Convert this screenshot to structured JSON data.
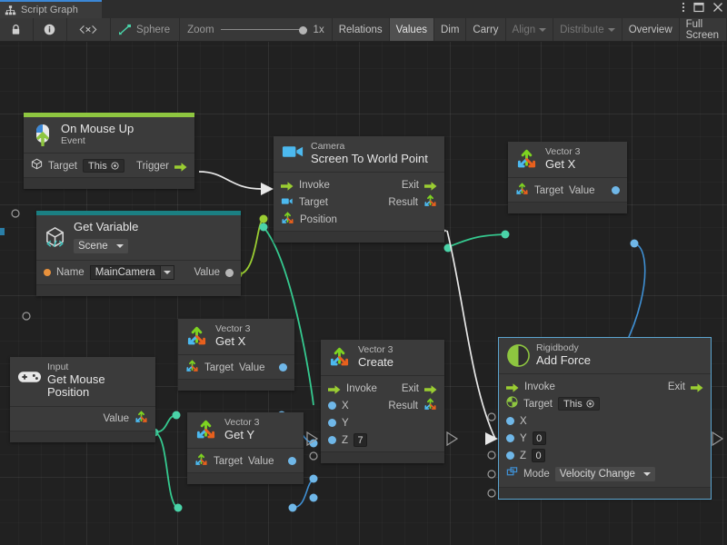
{
  "window": {
    "tab_label": "Script Graph",
    "tab_icon": "graph-icon",
    "menu_icon": "kebab-menu-icon",
    "maximize_icon": "maximize-icon",
    "close_icon": "close-icon"
  },
  "toolbar": {
    "lock_icon": "lock-icon",
    "info_icon": "info-icon",
    "code_icon": "code-brackets-icon",
    "breadcrumb": {
      "icon": "sphere-graph-icon",
      "label": "Sphere"
    },
    "zoom": {
      "label": "Zoom",
      "value": "1x"
    },
    "buttons": [
      {
        "label": "Relations",
        "state": "normal"
      },
      {
        "label": "Values",
        "state": "pressed"
      },
      {
        "label": "Dim",
        "state": "normal"
      },
      {
        "label": "Carry",
        "state": "normal"
      },
      {
        "label": "Align",
        "state": "disabled",
        "caret": true
      },
      {
        "label": "Distribute",
        "state": "disabled",
        "caret": true
      },
      {
        "label": "Overview",
        "state": "normal"
      },
      {
        "label": "Full Screen",
        "state": "normal"
      }
    ]
  },
  "colors": {
    "event_accent": "#8ec640",
    "variable_accent": "#1b7f82",
    "flow_green": "#9acd32",
    "value_blue": "#6fb7e8",
    "vector_teal": "#35c98f",
    "selection": "#5ba4cf",
    "canvas_bg": "#212121",
    "node_bg": "#3b3b3b"
  },
  "nodes": {
    "on_mouse_up": {
      "type": "On Mouse Up",
      "name": "Event",
      "icon": "mouse-up-icon",
      "accent": "#8ec640",
      "target_label": "Target",
      "target_value": "This",
      "trigger_label": "Trigger"
    },
    "get_variable": {
      "type": "Get Variable",
      "scope": "Scene",
      "icon": "unity-variable-icon",
      "accent": "#1b7f82",
      "name_label": "Name",
      "name_value": "MainCamera",
      "value_label": "Value"
    },
    "camera_screen_to_world": {
      "type": "Camera",
      "name": "Screen To World Point",
      "icon": "camera-icon",
      "invoke_label": "Invoke",
      "exit_label": "Exit",
      "target_label": "Target",
      "result_label": "Result",
      "position_label": "Position"
    },
    "vector3_getx_top": {
      "type": "Vector 3",
      "name": "Get X",
      "icon": "vector3-icon",
      "target_label": "Target",
      "value_label": "Value"
    },
    "input_get_mouse_position": {
      "type": "Input",
      "name": "Get Mouse Position",
      "icon": "gamepad-icon",
      "value_label": "Value"
    },
    "vector3_getx_mid": {
      "type": "Vector 3",
      "name": "Get X",
      "icon": "vector3-icon",
      "target_label": "Target",
      "value_label": "Value"
    },
    "vector3_gety": {
      "type": "Vector 3",
      "name": "Get Y",
      "icon": "vector3-icon",
      "target_label": "Target",
      "value_label": "Value"
    },
    "vector3_create": {
      "type": "Vector 3",
      "name": "Create",
      "icon": "vector3-icon",
      "invoke_label": "Invoke",
      "exit_label": "Exit",
      "x_label": "X",
      "y_label": "Y",
      "z_label": "Z",
      "z_value": "7",
      "result_label": "Result"
    },
    "rigidbody_add_force": {
      "type": "Rigidbody",
      "name": "Add Force",
      "icon": "rigidbody-icon",
      "selected": true,
      "invoke_label": "Invoke",
      "exit_label": "Exit",
      "target_label": "Target",
      "target_value": "This",
      "x_label": "X",
      "y_label": "Y",
      "y_value": "0",
      "z_label": "Z",
      "z_value": "0",
      "mode_label": "Mode",
      "mode_value": "Velocity Change"
    }
  }
}
